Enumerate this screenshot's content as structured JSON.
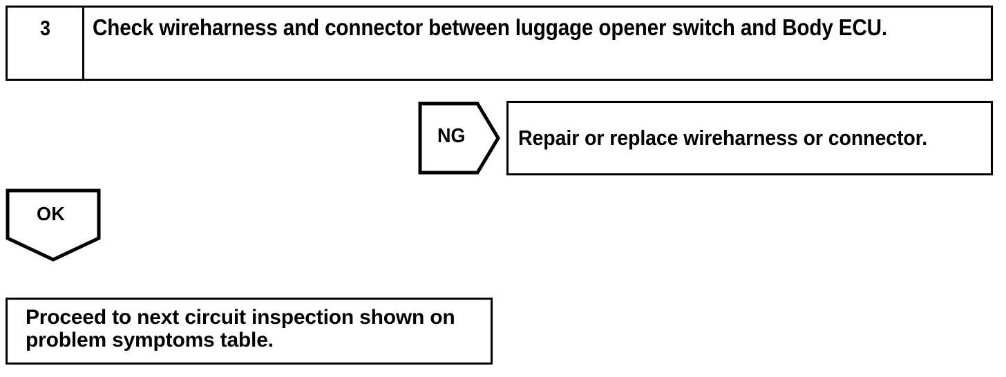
{
  "document": {
    "type": "troubleshooting-flowchart",
    "ink_color": "#000000",
    "paper_color": "#ffffff"
  },
  "step": {
    "number": "3",
    "description": "Check wireharness and connector between luggage opener switch and Body ECU."
  },
  "branches": {
    "ng": {
      "label": "NG",
      "direction": "right",
      "result_text": "Repair or replace wireharness or connector."
    },
    "ok": {
      "label": "OK",
      "direction": "down"
    }
  },
  "result": {
    "text": "Proceed to next circuit inspection shown on problem symptoms table."
  }
}
